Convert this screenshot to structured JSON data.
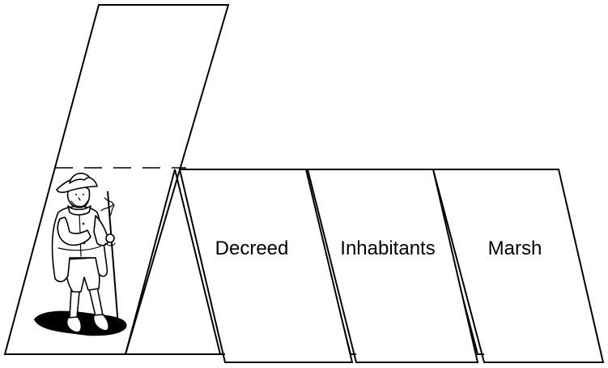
{
  "flaps": [
    {
      "label": "Decreed"
    },
    {
      "label": "Inhabitants"
    },
    {
      "label": "Marsh"
    }
  ],
  "illustration": {
    "icon": "colonial-soldier-with-pike-icon"
  },
  "colors": {
    "stroke": "#000000",
    "fill": "#ffffff"
  }
}
